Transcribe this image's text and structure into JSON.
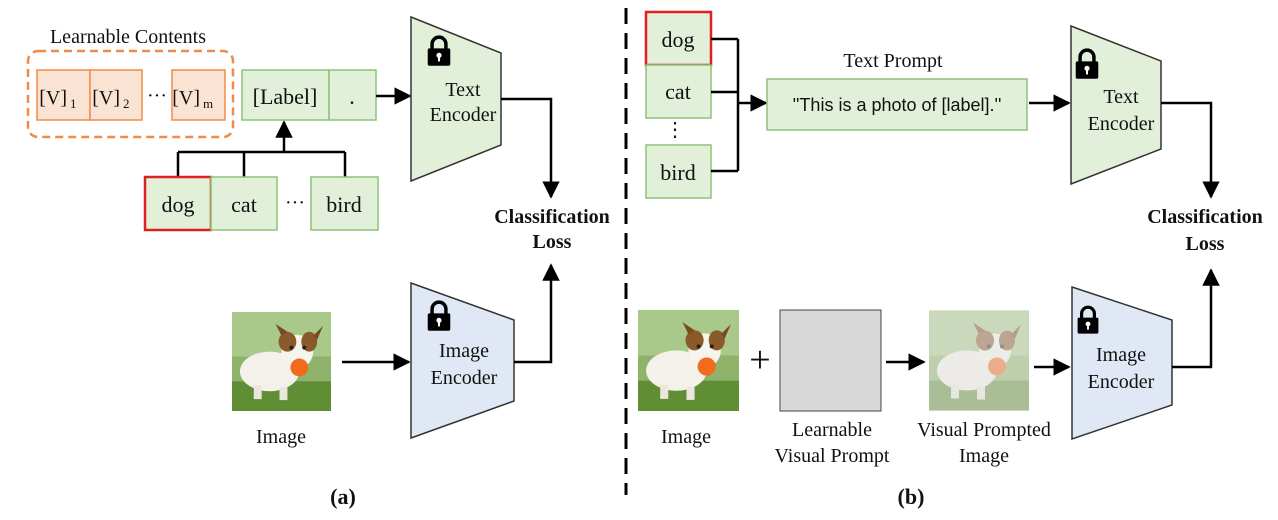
{
  "panel_a": {
    "learnable_title": "Learnable Contents",
    "context_tokens": [
      "[V]",
      "[V]",
      "[V]"
    ],
    "context_subscripts": [
      "1",
      "2",
      "m"
    ],
    "token_ellipsis": "···",
    "label_token": "[Label]",
    "period_token": ".",
    "classes": [
      "dog",
      "cat",
      "bird"
    ],
    "class_ellipsis": "···",
    "text_encoder": [
      "Text",
      "Encoder"
    ],
    "image_encoder": [
      "Image",
      "Encoder"
    ],
    "image_caption": "Image",
    "loss": [
      "Classification",
      "Loss"
    ],
    "panel_label": "(a)"
  },
  "panel_b": {
    "classes": [
      "dog",
      "cat",
      "bird"
    ],
    "class_ellipsis": "⋮",
    "prompt_title": "Text Prompt",
    "prompt_text": "''This is a photo of [label].''",
    "text_encoder": [
      "Text",
      "Encoder"
    ],
    "image_encoder": [
      "Image",
      "Encoder"
    ],
    "image_caption": "Image",
    "plus_sign": "+",
    "visual_prompt_caption": [
      "Learnable",
      "Visual Prompt"
    ],
    "prompted_caption": [
      "Visual Prompted",
      "Image"
    ],
    "loss": [
      "Classification",
      "Loss"
    ],
    "panel_label": "(b)"
  },
  "colors": {
    "green_fill": "#e2efd9",
    "green_stroke": "#8cc47a",
    "blue_fill": "#dfe8f4",
    "orange_fill": "#fbe3d4",
    "orange_stroke": "#ee8c4a",
    "highlight": "#e02020",
    "gray_prompt": "#d8d8d8"
  }
}
